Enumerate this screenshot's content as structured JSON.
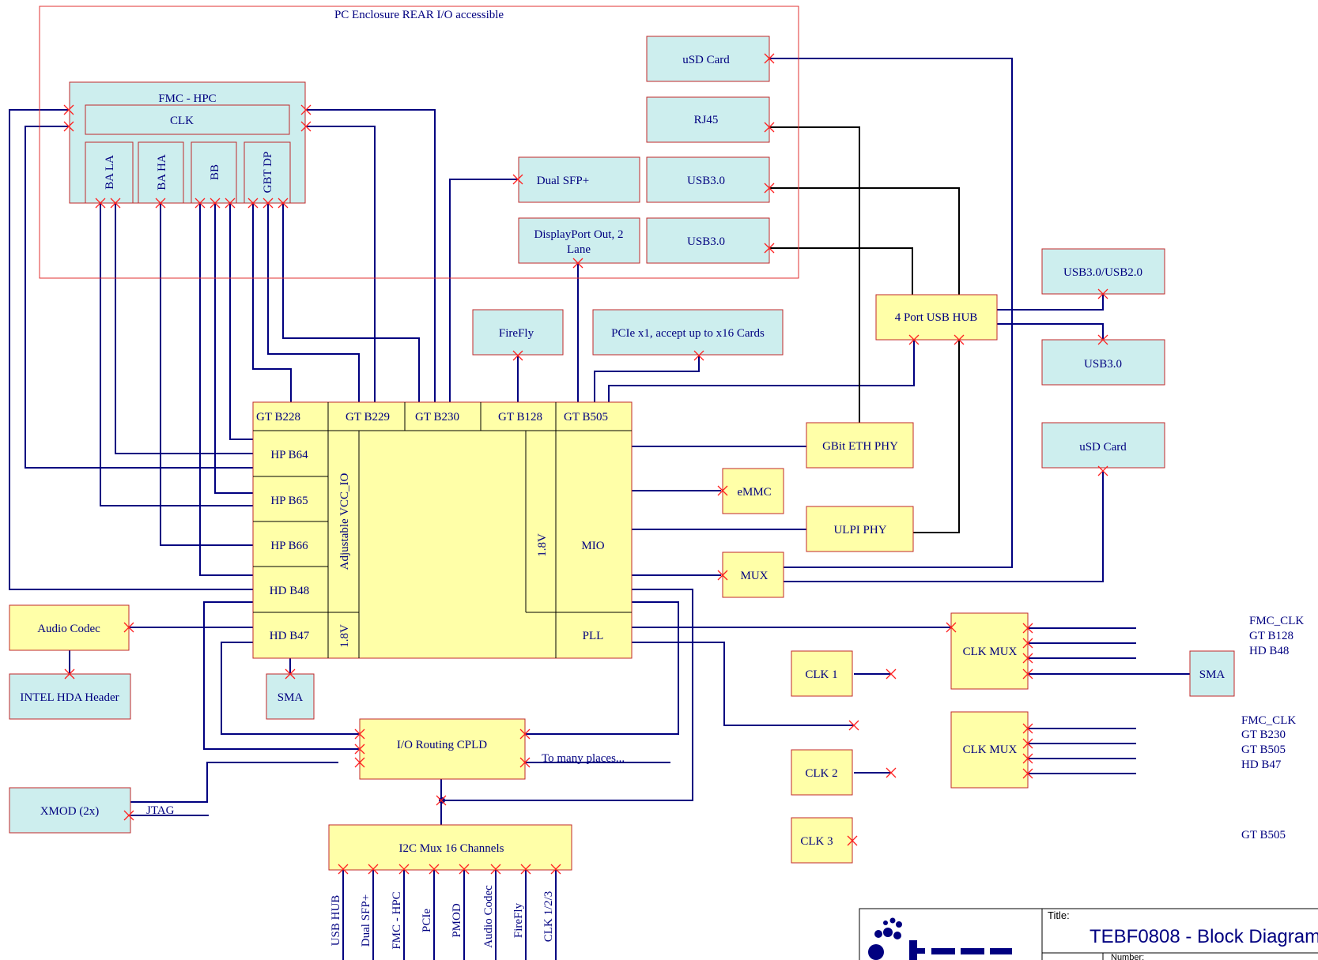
{
  "enclosure_label": "PC Enclosure REAR I/O accessible",
  "fmc": {
    "title": "FMC - HPC",
    "clk": "CLK",
    "banks": [
      "BA LA",
      "BA HA",
      "BB",
      "GBT DP"
    ]
  },
  "io_boxes": {
    "usd_card_top": "uSD Card",
    "rj45": "RJ45",
    "dual_sfp": "Dual SFP+",
    "usb3_a": "USB3.0",
    "displayport": [
      "DisplayPort Out, 2",
      "Lane"
    ],
    "usb3_b": "USB3.0",
    "firefly": "FireFly",
    "pcie": "PCIe x1, accept up to x16 Cards",
    "usb3_usb2": "USB3.0/USB2.0",
    "usb_hub": "4 Port USB HUB",
    "usb3_c": "USB3.0",
    "usd_card_right": "uSD Card"
  },
  "fpga": {
    "gt_banks": [
      "GT B228",
      "GT B229",
      "GT B230",
      "GT B128",
      "GT B505"
    ],
    "hp_banks": [
      "HP B64",
      "HP B65",
      "HP B66",
      "HD B48",
      "HD B47"
    ],
    "vcc_io": "Adjustable VCC_IO",
    "v18": "1.8V",
    "mio_v18": "1.8V",
    "mio": "MIO",
    "pll": "PLL"
  },
  "peripherals": {
    "gbit_eth": "GBit ETH PHY",
    "emmc": "eMMC",
    "ulpi": "ULPI PHY",
    "mux": "MUX",
    "audio_codec": "Audio Codec",
    "intel_hda": "INTEL HDA Header",
    "sma_left": "SMA",
    "cpld": "I/O Routing CPLD",
    "many_places": "To many places...",
    "xmod": "XMOD (2x)",
    "jtag": "JTAG",
    "i2c_mux": "I2C Mux 16 Channels",
    "i2c_channels": [
      "USB HUB",
      "Dual SFP+",
      "FMC - HPC",
      "PCIe",
      "PMOD",
      "Audio Codec",
      "FireFly",
      "CLK 1/2/3"
    ]
  },
  "clocks": {
    "clk1": "CLK 1",
    "clk2": "CLK 2",
    "clk3": "CLK 3",
    "clk_mux_1": "CLK MUX",
    "clk_mux_2": "CLK MUX",
    "sma_right": "SMA",
    "mux1_targets": [
      "FMC_CLK",
      "GT B128",
      "HD B48"
    ],
    "mux2_targets": [
      "FMC_CLK",
      "GT B230",
      "GT B505",
      "HD B47"
    ],
    "clk3_target": "GT B505"
  },
  "title_block": {
    "title_label": "Title:",
    "title": "TEBF0808 - Block Diagram",
    "number_label": "Number:"
  }
}
